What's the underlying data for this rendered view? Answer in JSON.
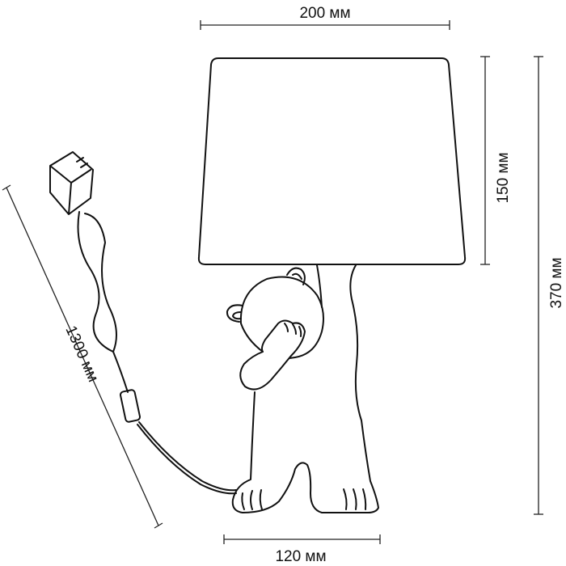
{
  "dimensions": {
    "shade_width": "200 мм",
    "shade_height": "150 мм",
    "total_height": "370 мм",
    "base_width": "120 мм",
    "cord_length": "1300 мм"
  }
}
